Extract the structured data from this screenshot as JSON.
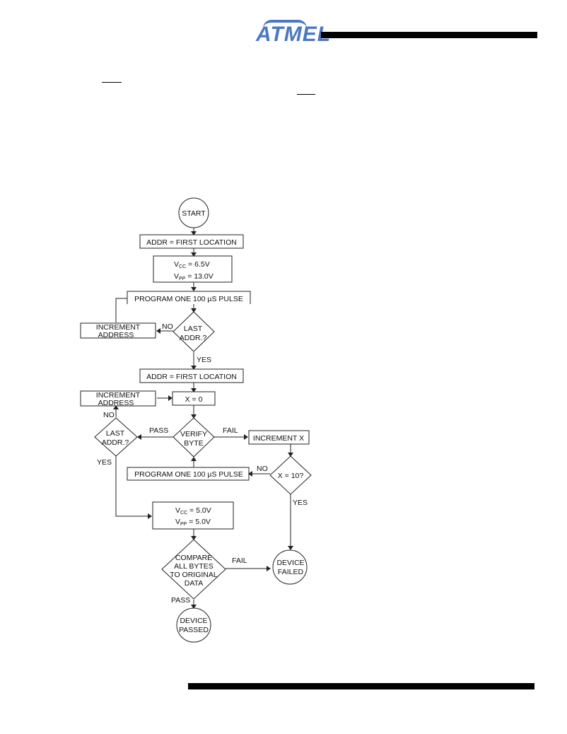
{
  "header": {
    "brand": "ATMEL",
    "brand_color": "#4a78c2"
  },
  "flowchart": {
    "start": "START",
    "addr_first_1": "ADDR = FIRST LOCATION",
    "vcc_65": {
      "sym": "V",
      "sub": "CC",
      "val": " = 6.5V"
    },
    "vpp_13": {
      "sym": "V",
      "sub": "PP",
      "val": " = 13.0V"
    },
    "program_pulse_1": "PROGRAM ONE 100 µS PULSE",
    "increment_address_1": {
      "line1": "INCREMENT",
      "line2": "ADDRESS"
    },
    "no_1": "NO",
    "last_addr_1": {
      "line1": "LAST",
      "line2": "ADDR.?"
    },
    "yes_1": "YES",
    "addr_first_2": "ADDR = FIRST LOCATION",
    "increment_address_2": {
      "line1": "INCREMENT",
      "line2": "ADDRESS"
    },
    "x_zero": "X = 0",
    "no_2": "NO",
    "last_addr_2": {
      "line1": "LAST",
      "line2": "ADDR.?"
    },
    "pass_1": "PASS",
    "verify_byte": {
      "line1": "VERIFY",
      "line2": "BYTE"
    },
    "fail_1": "FAIL",
    "increment_x": "INCREMENT X",
    "yes_2": "YES",
    "program_pulse_2": "PROGRAM ONE 100 µS PULSE",
    "no_3": "NO",
    "x_ten": "X = 10?",
    "yes_3": "YES",
    "vcc_50": {
      "sym": "V",
      "sub": "CC",
      "val": " = 5.0V"
    },
    "vpp_50": {
      "sym": "V",
      "sub": "PP",
      "val": " = 5.0V"
    },
    "compare": {
      "line1": "COMPARE",
      "line2": "ALL BYTES",
      "line3": "TO ORIGINAL",
      "line4": "DATA"
    },
    "fail_2": "FAIL",
    "device_failed": {
      "line1": "DEVICE",
      "line2": "FAILED"
    },
    "pass_2": "PASS",
    "device_passed": {
      "line1": "DEVICE",
      "line2": "PASSED"
    }
  }
}
